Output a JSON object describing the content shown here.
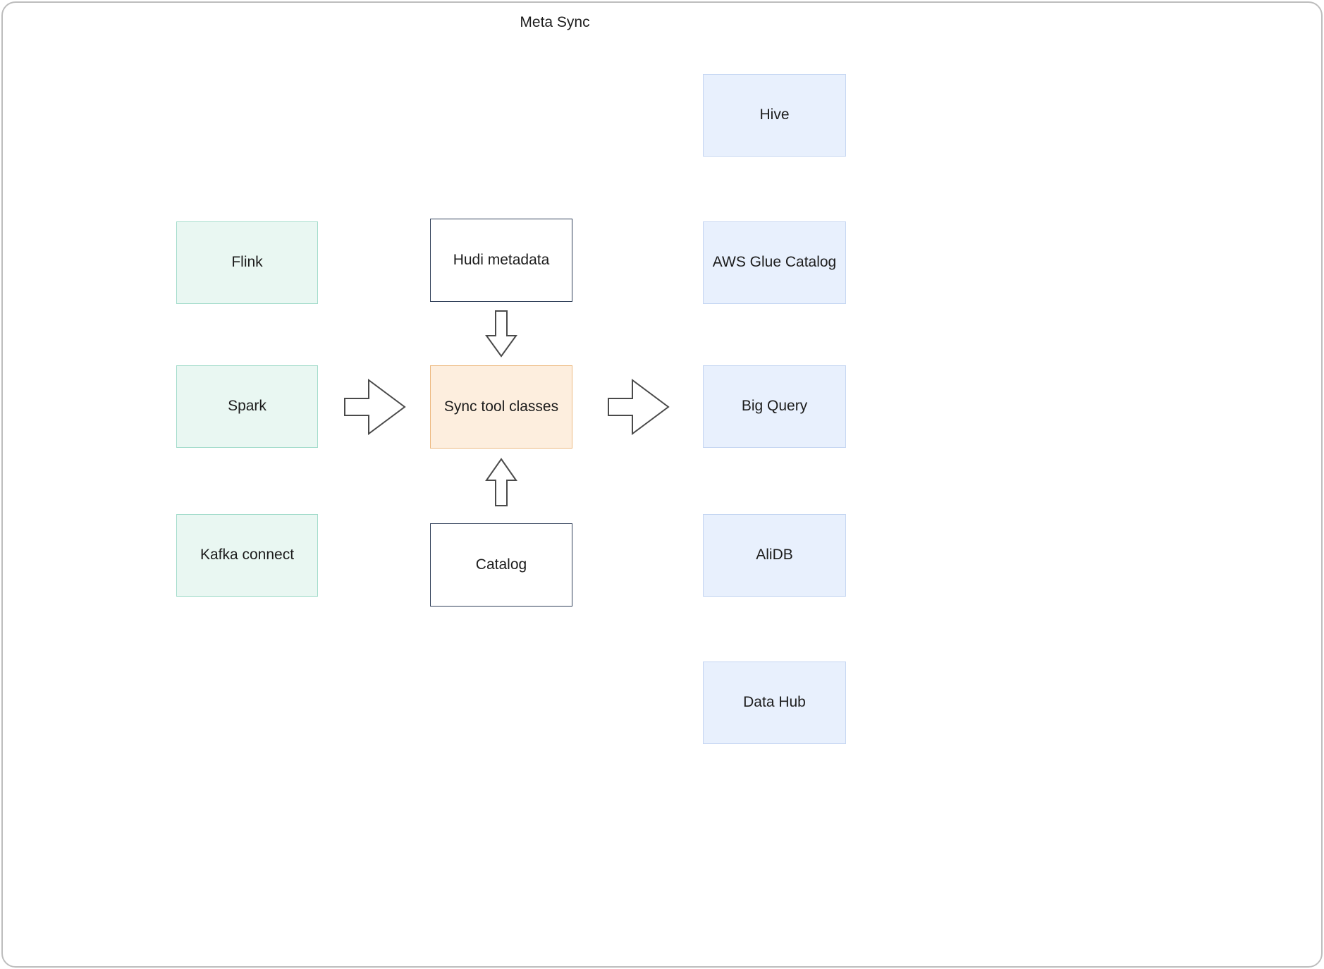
{
  "page": {
    "title": "Meta Sync"
  },
  "nodes": {
    "sources": [
      {
        "label": "Flink"
      },
      {
        "label": "Spark"
      },
      {
        "label": "Kafka connect"
      }
    ],
    "center": {
      "hudi": {
        "label": "Hudi metadata"
      },
      "sync": {
        "label": "Sync tool classes"
      },
      "catalog": {
        "label": "Catalog"
      }
    },
    "targets": [
      {
        "label": "Hive"
      },
      {
        "label": "AWS Glue Catalog"
      },
      {
        "label": "Big Query"
      },
      {
        "label": "AliDB"
      },
      {
        "label": "Data Hub"
      }
    ]
  },
  "icons": {
    "down_arrow": "down-arrow",
    "up_arrow": "up-arrow",
    "right_arrow": "right-arrow"
  },
  "colors": {
    "source_fill": "#e9f7f2",
    "source_border": "#a3dccb",
    "center_fill": "#fdeede",
    "center_border": "#edb980",
    "meta_fill": "#ffffff",
    "meta_border": "#31405a",
    "target_fill": "#e8f0fd",
    "target_border": "#c5d6f2",
    "arrow_stroke": "#4a4a4a",
    "text": "#1c1c1c",
    "page_border": "#bdbdbd"
  }
}
